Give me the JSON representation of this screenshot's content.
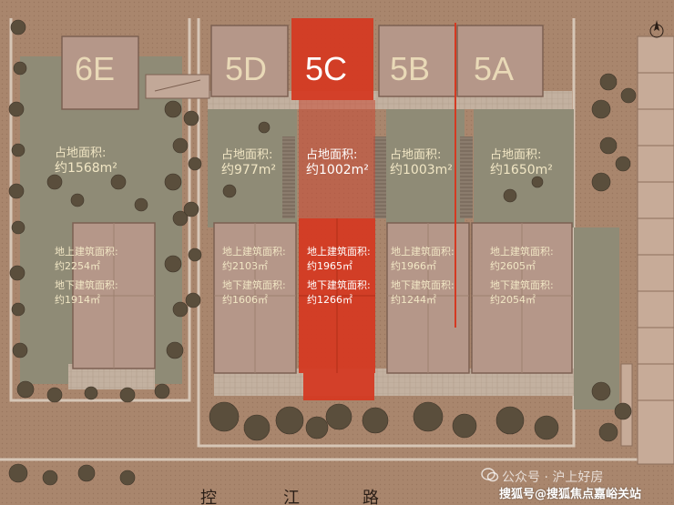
{
  "colors": {
    "background": "#a9866d",
    "lawn": "#8f8b76",
    "building": "#b59789",
    "highlight": "#d43a23",
    "text_light": "#f1e6c4",
    "tree": "#5a4e3c"
  },
  "units": [
    {
      "id": "6E",
      "label": "6E"
    },
    {
      "id": "5D",
      "label": "5D"
    },
    {
      "id": "5C",
      "label": "5C",
      "highlighted": true
    },
    {
      "id": "5B",
      "label": "5B"
    },
    {
      "id": "5A",
      "label": "5A"
    }
  ],
  "plots": [
    {
      "unit": "6E",
      "land_label": "占地面积:",
      "land_value": "约1568m²",
      "above_label": "地上建筑面积:",
      "above_value": "约2254㎡",
      "below_label": "地下建筑面积:",
      "below_value": "约1914㎡"
    },
    {
      "unit": "5D",
      "land_label": "占地面积:",
      "land_value": "约977m²",
      "above_label": "地上建筑面积:",
      "above_value": "约2103㎡",
      "below_label": "地下建筑面积:",
      "below_value": "约1606㎡"
    },
    {
      "unit": "5C",
      "land_label": "占地面积:",
      "land_value": "约1002m²",
      "above_label": "地上建筑面积:",
      "above_value": "约1965㎡",
      "below_label": "地下建筑面积:",
      "below_value": "约1266㎡"
    },
    {
      "unit": "5B",
      "land_label": "占地面积:",
      "land_value": "约1003m²",
      "above_label": "地上建筑面积:",
      "above_value": "约1966㎡",
      "below_label": "地下建筑面积:",
      "below_value": "约1244㎡"
    },
    {
      "unit": "5A",
      "land_label": "占地面积:",
      "land_value": "约1650m²",
      "above_label": "地上建筑面积:",
      "above_value": "约2605㎡",
      "below_label": "地下建筑面积:",
      "below_value": "约2054㎡"
    }
  ],
  "road": {
    "chars": [
      "控",
      "江",
      "路"
    ]
  },
  "watermarks": {
    "faint": "公众号 · 沪上好房",
    "main": "搜狐号@搜狐焦点嘉峪关站"
  },
  "icons": {
    "compass": "north-arrow-icon",
    "wechat": "wechat-icon"
  }
}
